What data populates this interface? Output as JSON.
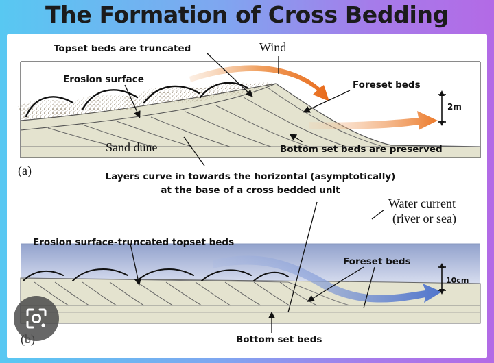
{
  "title": "The Formation of Cross Bedding",
  "panel_a": {
    "label": "(a)",
    "topset_truncated": "Topset beds are truncated",
    "wind": "Wind",
    "erosion_surface": "Erosion surface",
    "foreset_beds": "Foreset beds",
    "scale": "2m",
    "sand_dune": "Sand dune",
    "bottom_set_preserved": "Bottom set beds are preserved"
  },
  "caption": {
    "line1": "Layers curve in towards the horizontal (asymptotically)",
    "line2": "at the base of a cross bedded unit"
  },
  "panel_b": {
    "label": "(b)",
    "water_current_1": "Water current",
    "water_current_2": "(river or sea)",
    "erosion_truncated_topset": "Erosion surface-truncated topset beds",
    "foreset_beds": "Foreset beds",
    "scale": "10cm",
    "bottom_set_beds": "Bottom set beds"
  },
  "colors": {
    "background_left": "#58c8f2",
    "background_right": "#b36ae6",
    "sand": "#e4e3cf",
    "wind_arrow": "#ec7a2a",
    "water_arrow": "#5b7fd0",
    "water_body": "#aab8dc"
  },
  "icons": {
    "lens": "lens-search-icon"
  }
}
